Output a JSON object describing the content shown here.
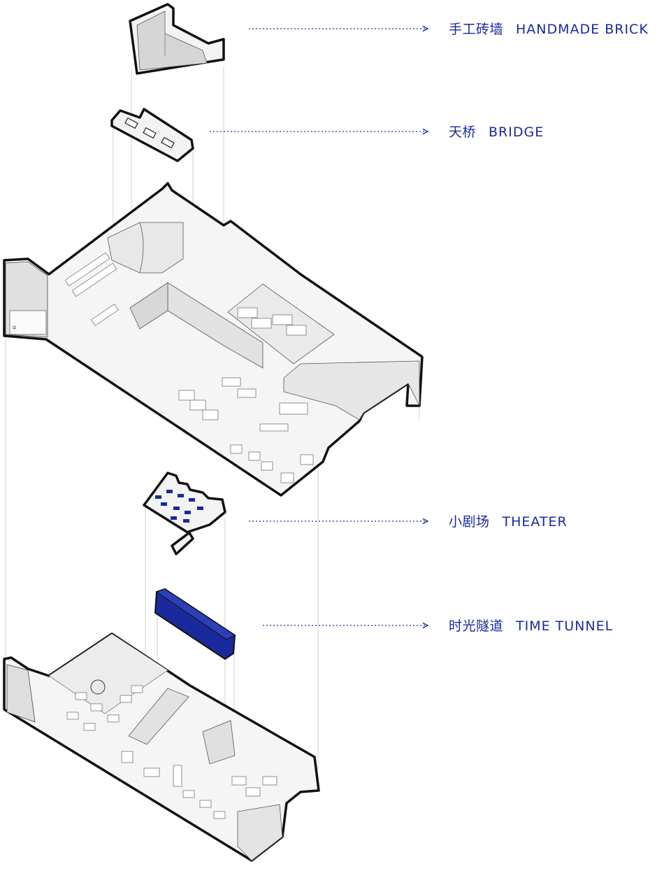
{
  "colors": {
    "accent": "#1a2a9c",
    "line": "#111111",
    "fill": "#f3f3f3",
    "shade": "#d9d9d9",
    "guide": "#bbbbbb"
  },
  "labels": {
    "brick": {
      "cn": "手工砖墙",
      "en": "HANDMADE BRICK"
    },
    "bridge": {
      "cn": "天桥",
      "en": "BRIDGE"
    },
    "theater": {
      "cn": "小剧场",
      "en": "THEATER"
    },
    "tunnel": {
      "cn": "时光隧道",
      "en": "TIME TUNNEL"
    }
  }
}
